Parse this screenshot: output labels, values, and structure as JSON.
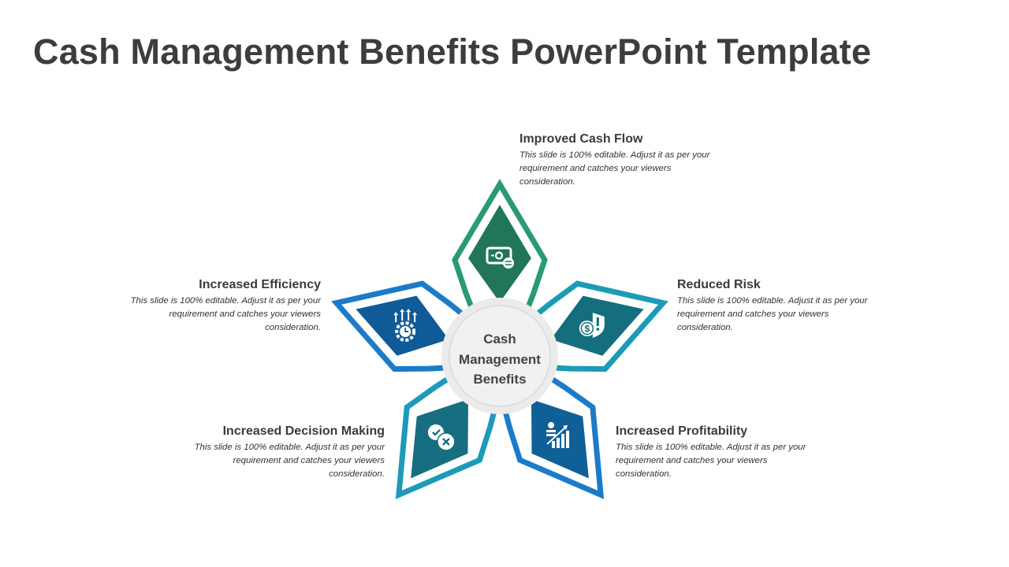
{
  "title": "Cash Management Benefits PowerPoint Template",
  "center": {
    "lines": [
      "Cash",
      "Management",
      "Benefits"
    ]
  },
  "benefits": [
    {
      "heading": "Improved Cash Flow",
      "body_lines": [
        "This slide is 100% editable. Adjust it as per your",
        "requirement and catches your viewers",
        "consideration."
      ],
      "icon": "money-exchange-icon",
      "outline_color": "#2a9b6f",
      "fill_color": "#21765a"
    },
    {
      "heading": "Reduced Risk",
      "body_lines": [
        "This slide is 100% editable. Adjust it as per your",
        "requirement and catches your viewers",
        "consideration."
      ],
      "icon": "shield-dollar-warning-icon",
      "outline_color": "#1c9bb6",
      "fill_color": "#146e7e"
    },
    {
      "heading": "Increased Profitability",
      "body_lines": [
        "This slide is 100% editable. Adjust it as per your",
        "requirement and catches your viewers",
        "consideration."
      ],
      "icon": "growth-chart-icon",
      "outline_color": "#1b7bc9",
      "fill_color": "#105f97"
    },
    {
      "heading": "Increased Decision Making",
      "body_lines": [
        "This slide is 100% editable. Adjust it as per your",
        "requirement and catches your viewers",
        "consideration."
      ],
      "icon": "check-cross-icon",
      "outline_color": "#1e9ab9",
      "fill_color": "#166e80"
    },
    {
      "heading": "Increased Efficiency",
      "body_lines": [
        "This slide is 100% editable. Adjust it as per your",
        "requirement and catches your viewers",
        "consideration."
      ],
      "icon": "gear-clock-arrows-icon",
      "outline_color": "#1b7bc9",
      "fill_color": "#105a97"
    }
  ]
}
